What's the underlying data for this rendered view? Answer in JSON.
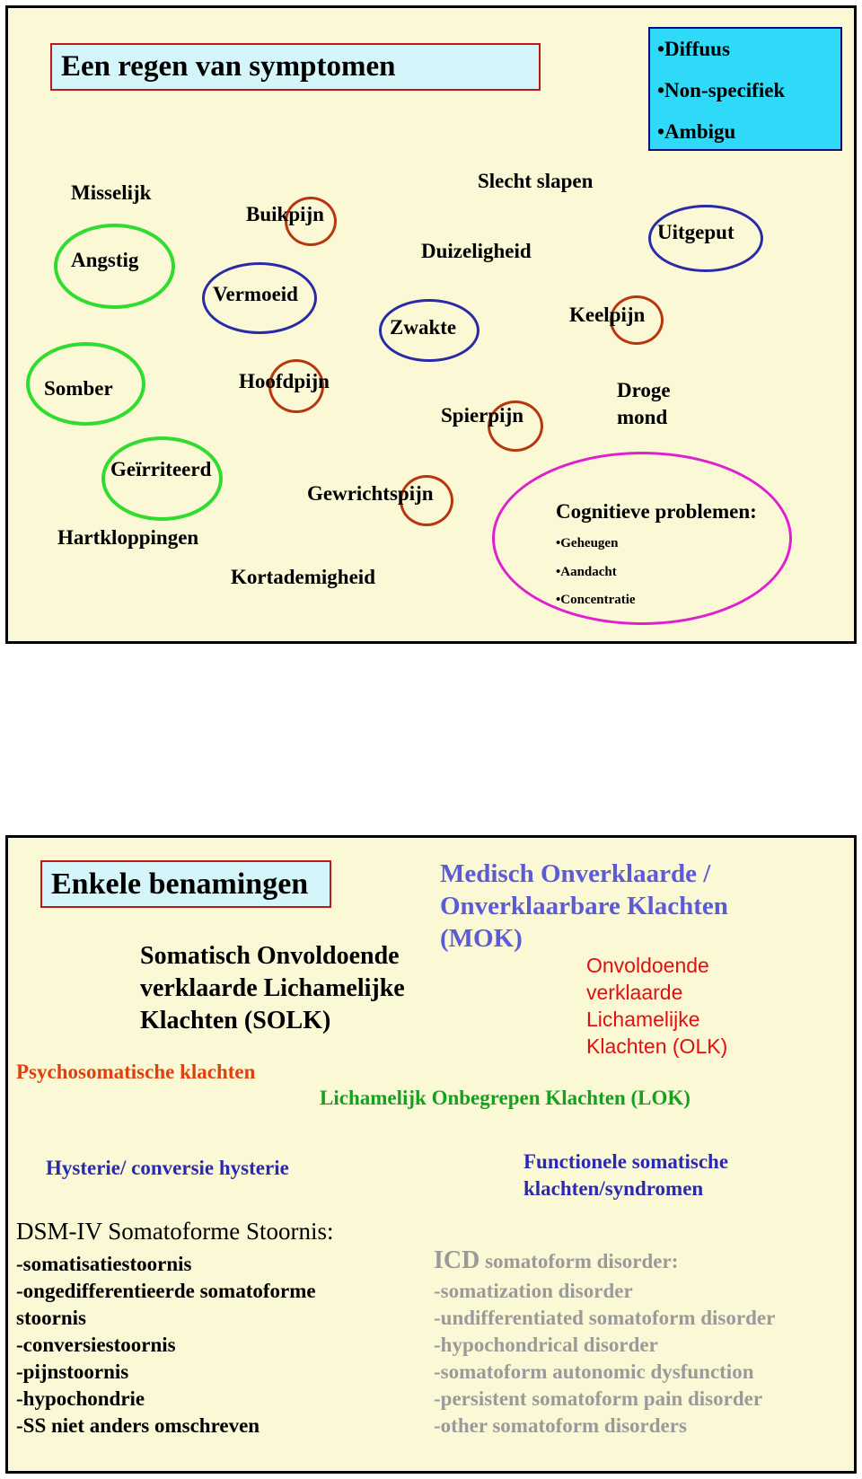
{
  "slide1": {
    "title": "Een regen van symptomen",
    "features": [
      "•Diffuus",
      "•Non-specifiek",
      "•Ambigu"
    ],
    "symptoms": {
      "misselijk": "Misselijk",
      "angstig": "Angstig",
      "buikpijn": "Buikpijn",
      "vermoeid": "Vermoeid",
      "slecht_slapen": "Slecht slapen",
      "duizeligheid": "Duizeligheid",
      "uitgeput": "Uitgeput",
      "zwakte": "Zwakte",
      "keelpijn": "Keelpijn",
      "somber": "Somber",
      "hoofdpijn": "Hoofdpijn",
      "spierpijn": "Spierpijn",
      "droge_mond": [
        "Droge",
        "mond"
      ],
      "geirriteerd": "Geïrriteerd",
      "gewrichtspijn": "Gewrichtspijn",
      "hartkloppingen": "Hartkloppingen",
      "kortademigheid": "Kortademigheid"
    },
    "cognitive": {
      "heading": "Cognitieve problemen:",
      "items": [
        "•Geheugen",
        "•Aandacht",
        "•Concentratie"
      ]
    }
  },
  "slide2": {
    "title": "Enkele benamingen",
    "mok": [
      "Medisch Onverklaarde /",
      "Onverklaarbare Klachten",
      "(MOK)"
    ],
    "solk": [
      "Somatisch Onvoldoende",
      "verklaarde Lichamelijke",
      "Klachten (SOLK)"
    ],
    "olk": [
      "Onvoldoende",
      "verklaarde",
      "Lichamelijke",
      "Klachten (OLK)"
    ],
    "psycho": "Psychosomatische klachten",
    "lok": "Lichamelijk Onbegrepen Klachten (LOK)",
    "hysterie": "Hysterie/ conversie hysterie",
    "functioneel": [
      "Functionele somatische",
      "klachten/syndromen"
    ],
    "dsm_title": "DSM-IV Somatoforme Stoornis:",
    "dsm_items": [
      "-somatisatiestoornis",
      "-ongedifferentieerde somatoforme",
      "stoornis",
      "-conversiestoornis",
      "-pijnstoornis",
      "-hypochondrie",
      "-SS niet anders omschreven"
    ],
    "icd_prefix": "ICD",
    "icd_title": " somatoform disorder:",
    "icd_items": [
      "-somatization disorder",
      "-undifferentiated somatoform disorder",
      "-hypochondrical disorder",
      "-somatoform autonomic dysfunction",
      "-persistent somatoform pain disorder",
      "-other somatoform disorders"
    ]
  },
  "colors": {
    "slide_bg": "#fbf8d6",
    "emotional_ring": "#2fdc2f",
    "fatigue_ring": "#2a2aa8",
    "pain_ring": "#b8360e",
    "cognitive_ring": "#e020d0",
    "mok_text": "#5b5bd6",
    "olk_text": "#e01010",
    "psycho_text": "#e0400e",
    "lok_text": "#15a020",
    "hysterie_text": "#2a2ab0",
    "icd_text": "#9a9a9a"
  }
}
